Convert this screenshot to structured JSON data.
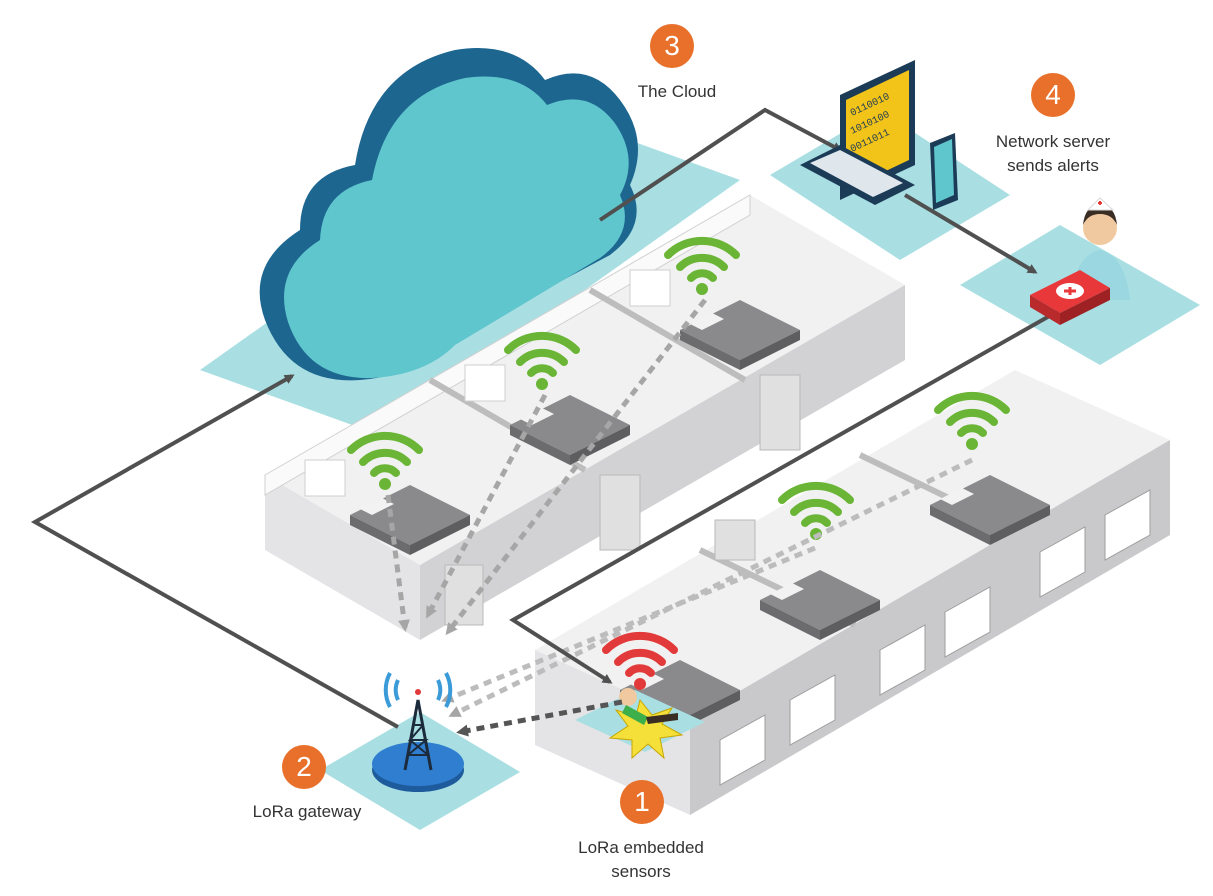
{
  "steps": [
    {
      "number": "1",
      "label_line1": "LoRa embedded",
      "label_line2": "sensors"
    },
    {
      "number": "2",
      "label_line1": "LoRa gateway"
    },
    {
      "number": "3",
      "label_line1": "The Cloud"
    },
    {
      "number": "4",
      "label_line1": "Network server",
      "label_line2": "sends alerts"
    }
  ],
  "colors": {
    "badge": "#e8702a",
    "platform": "#a9dfe3",
    "cloud_top": "#5ec6cc",
    "cloud_side": "#1d6690",
    "wifi_ok": "#6ab536",
    "wifi_alert": "#e23a3a",
    "arrow": "#505050",
    "wall": "#c9c9cb"
  },
  "icons": [
    "cloud-icon",
    "laptop-icon",
    "tablet-icon",
    "nurse-icon",
    "first-aid-kit-icon",
    "radio-tower-icon",
    "wifi-icon",
    "fallen-person-icon"
  ]
}
